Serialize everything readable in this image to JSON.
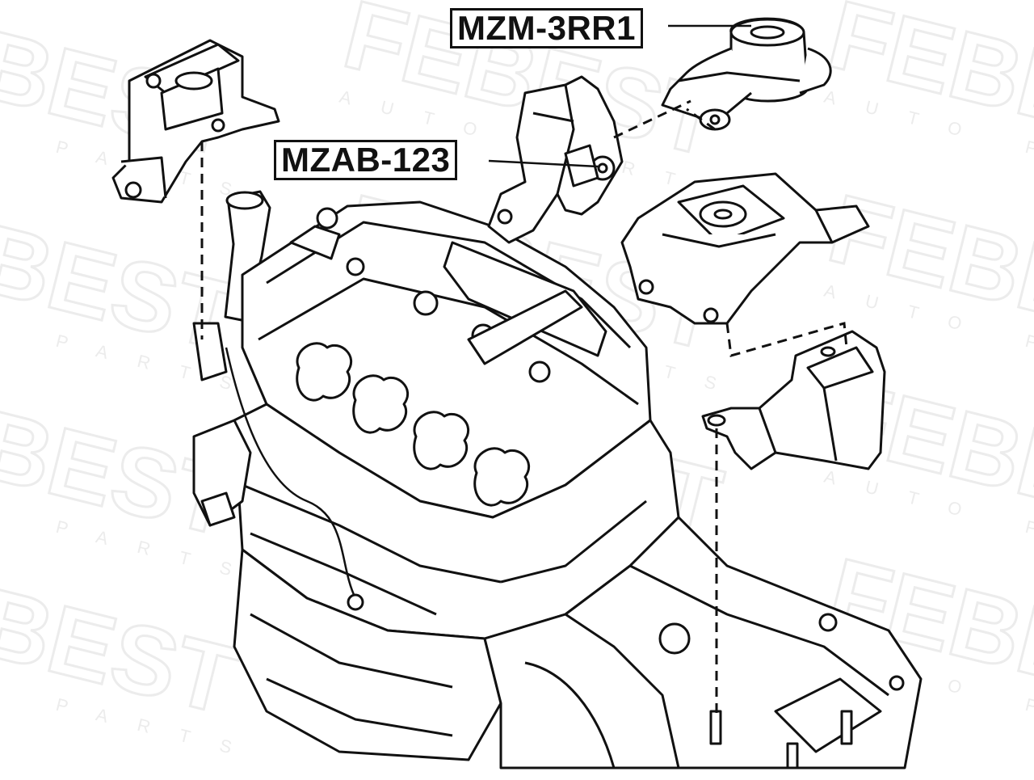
{
  "diagram": {
    "labels": {
      "upper_mount": "MZM-3RR1",
      "bracket": "MZAB-123"
    },
    "watermark": {
      "brand": "FEBEST",
      "subtitle": "AUTO PARTS"
    },
    "colors": {
      "line": "#111111",
      "watermark": "#c8c8c8",
      "background": "#ffffff"
    }
  }
}
